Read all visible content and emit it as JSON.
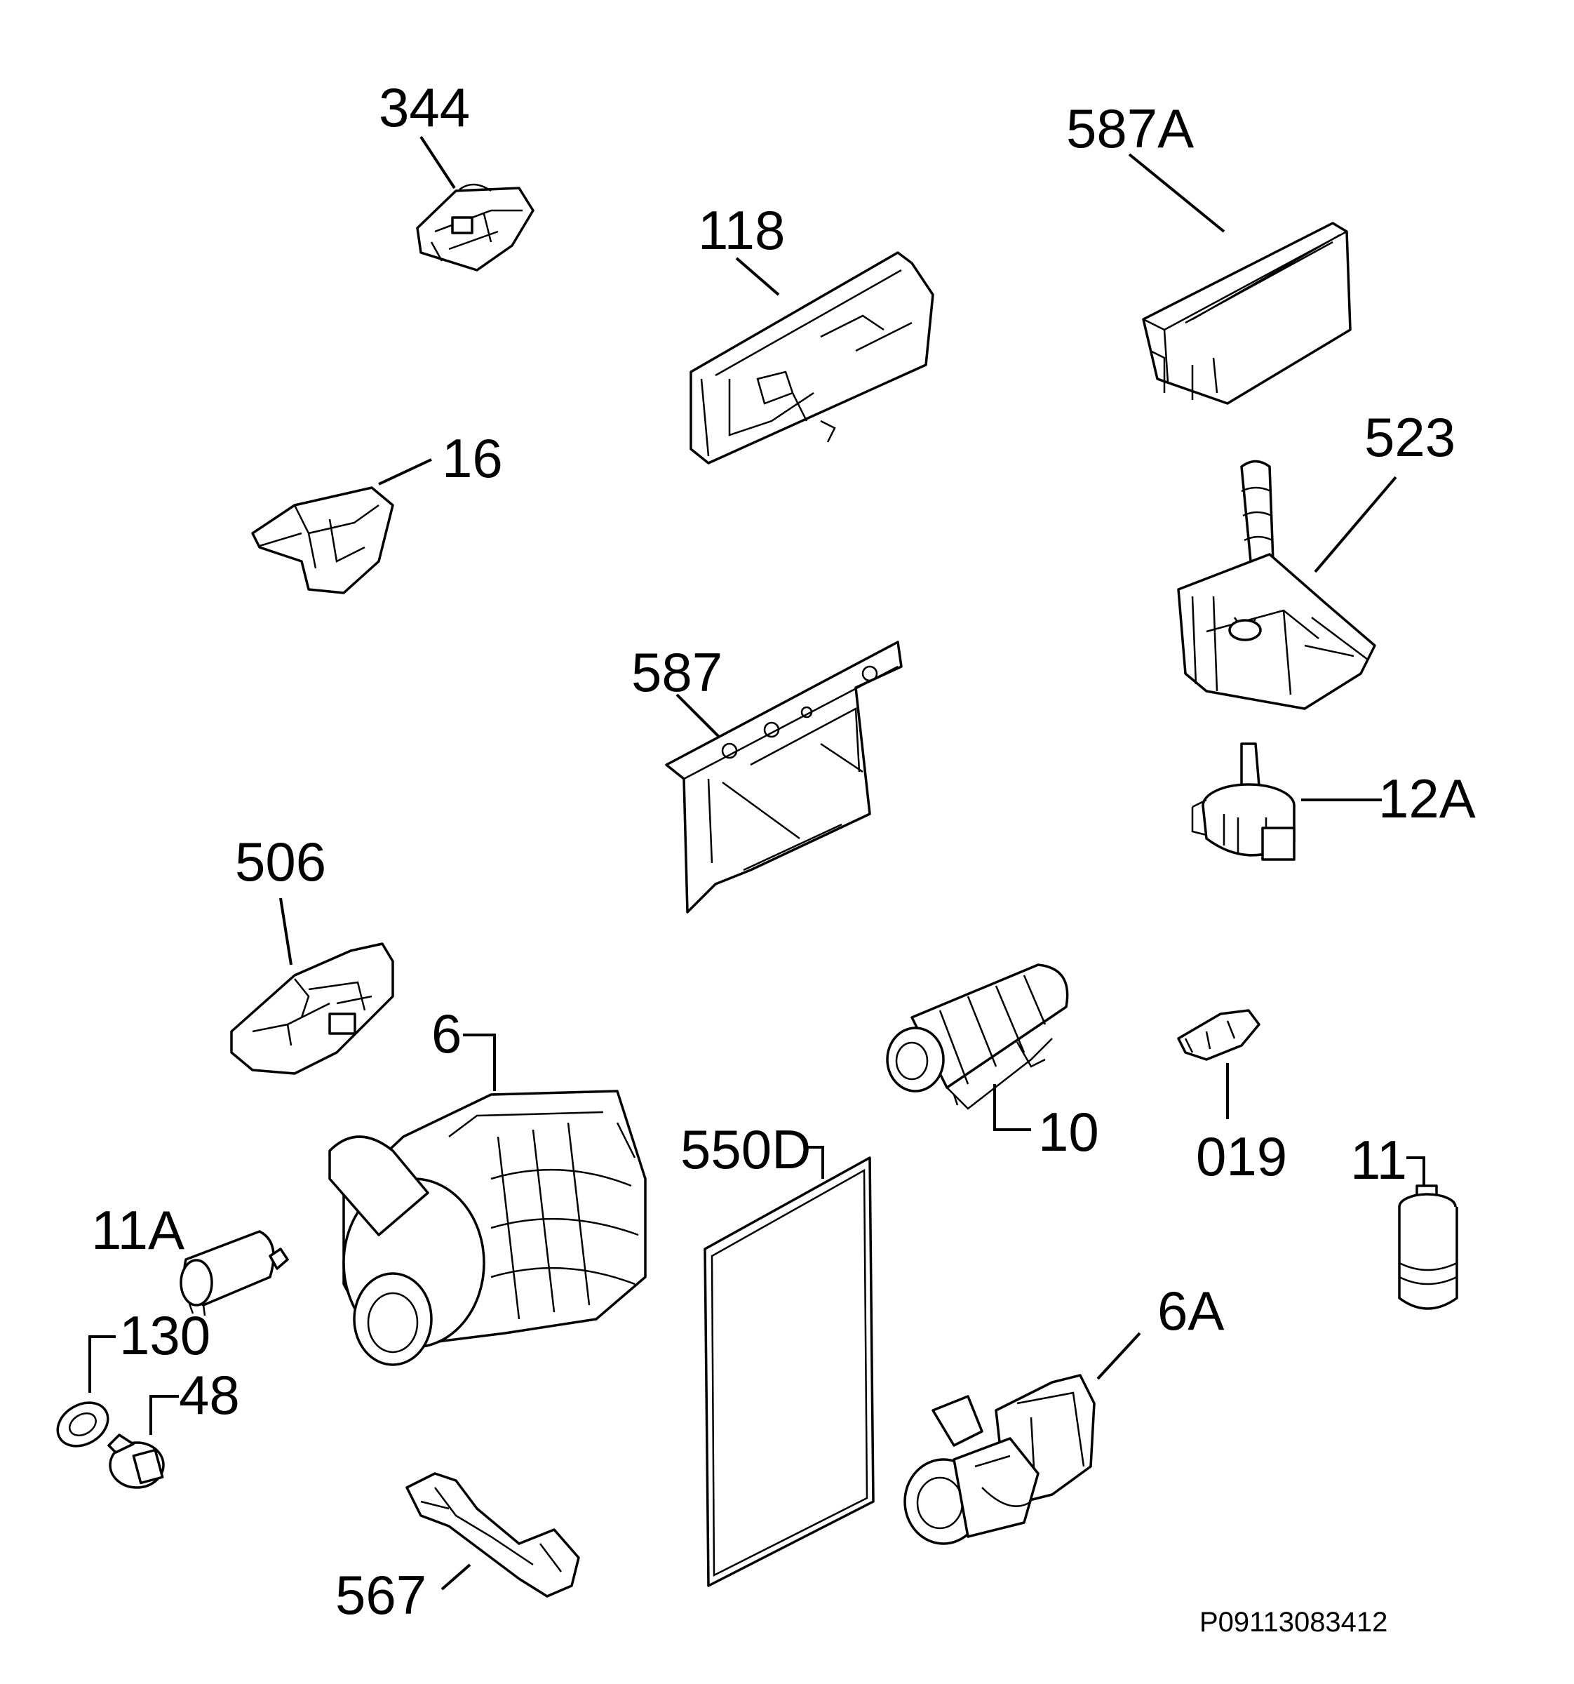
{
  "labels": {
    "l344": "344",
    "l587A": "587A",
    "l118": "118",
    "l16": "16",
    "l523": "523",
    "l587": "587",
    "l12A": "12A",
    "l506": "506",
    "l6": "6",
    "l10": "10",
    "l019": "019",
    "l550D": "550D",
    "l11": "11",
    "l11A": "11A",
    "l130": "130",
    "l48": "48",
    "l6A": "6A",
    "l567": "567"
  },
  "reference_code": "P09113083412"
}
